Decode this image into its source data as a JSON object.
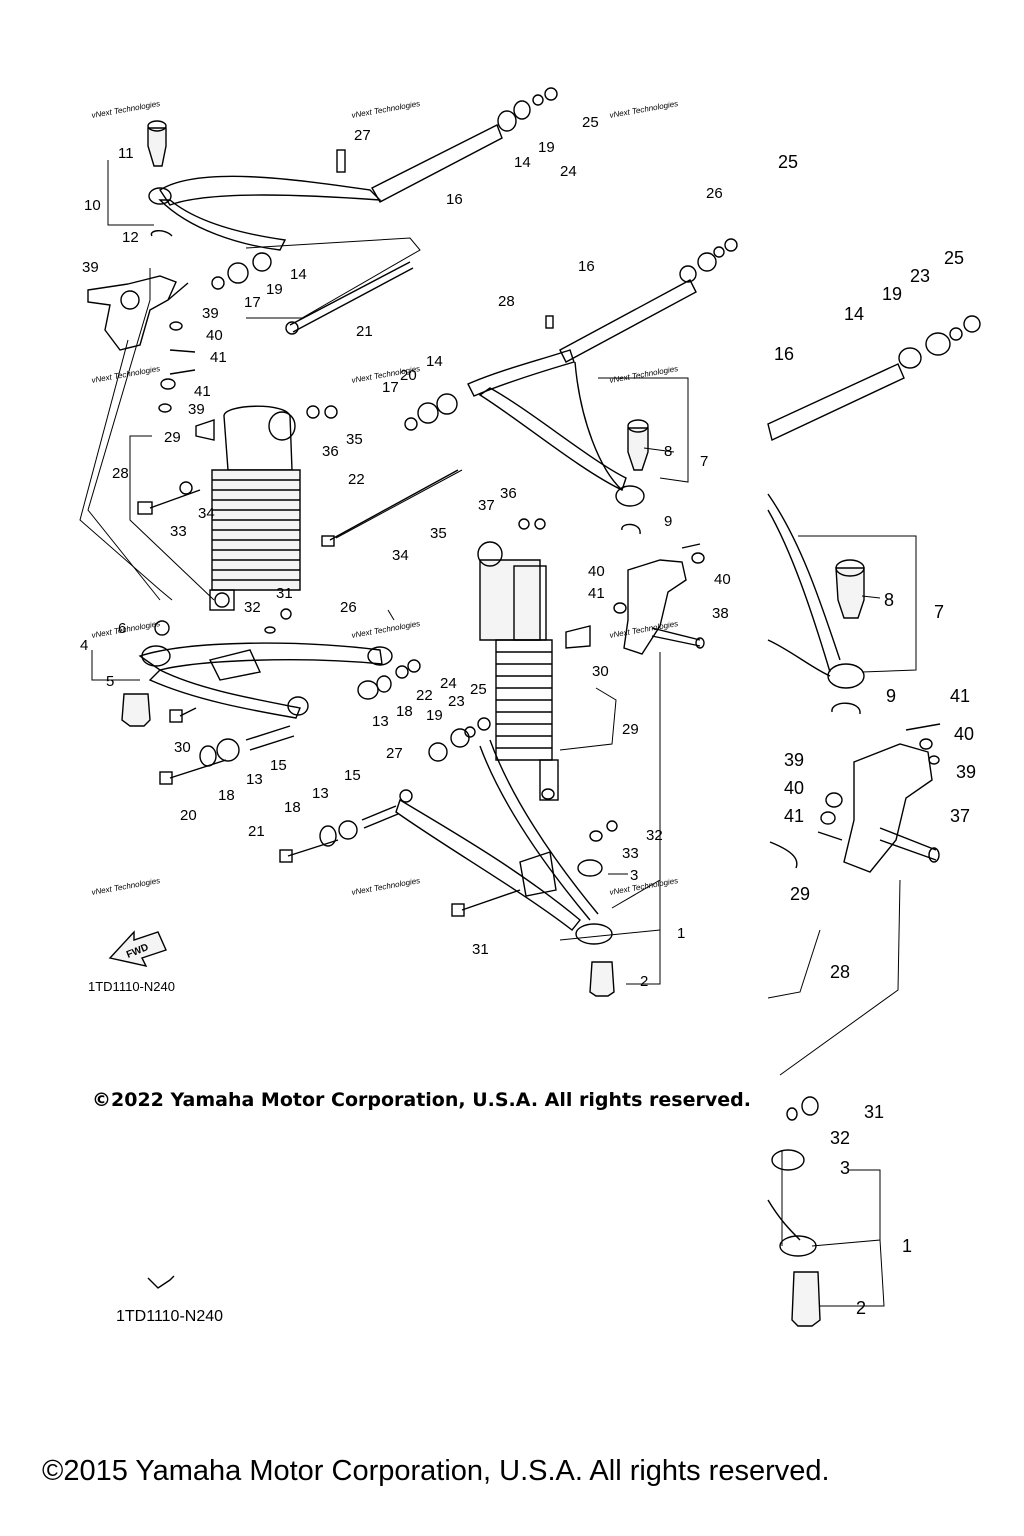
{
  "diagram": {
    "code_main": "1TD1110-N240",
    "code_partial": "1TD1110-N240",
    "fwd_label": "FWD",
    "watermark": "vNext Technologies",
    "callouts_main": [
      "1",
      "2",
      "3",
      "4",
      "5",
      "6",
      "7",
      "8",
      "9",
      "10",
      "11",
      "12",
      "13",
      "13",
      "13",
      "14",
      "14",
      "14",
      "15",
      "15",
      "16",
      "16",
      "17",
      "17",
      "18",
      "18",
      "18",
      "19",
      "19",
      "19",
      "20",
      "20",
      "21",
      "21",
      "22",
      "22",
      "23",
      "24",
      "24",
      "25",
      "25",
      "26",
      "26",
      "27",
      "27",
      "28",
      "28",
      "29",
      "29",
      "30",
      "30",
      "31",
      "31",
      "32",
      "32",
      "33",
      "33",
      "34",
      "34",
      "35",
      "35",
      "36",
      "36",
      "37",
      "38",
      "39",
      "39",
      "39",
      "40",
      "40",
      "40",
      "41",
      "41",
      "41"
    ],
    "callouts_zoom": [
      "25",
      "25",
      "23",
      "19",
      "14",
      "16",
      "8",
      "7",
      "9",
      "41",
      "40",
      "39",
      "39",
      "40",
      "41",
      "37",
      "29",
      "28",
      "31",
      "32",
      "3",
      "1",
      "2"
    ]
  },
  "copyright_inner": "©2022 Yamaha Motor Corporation, U.S.A. All rights reserved.",
  "copyright_bottom": "©2015 Yamaha Motor Corporation, U.S.A. All rights reserved."
}
